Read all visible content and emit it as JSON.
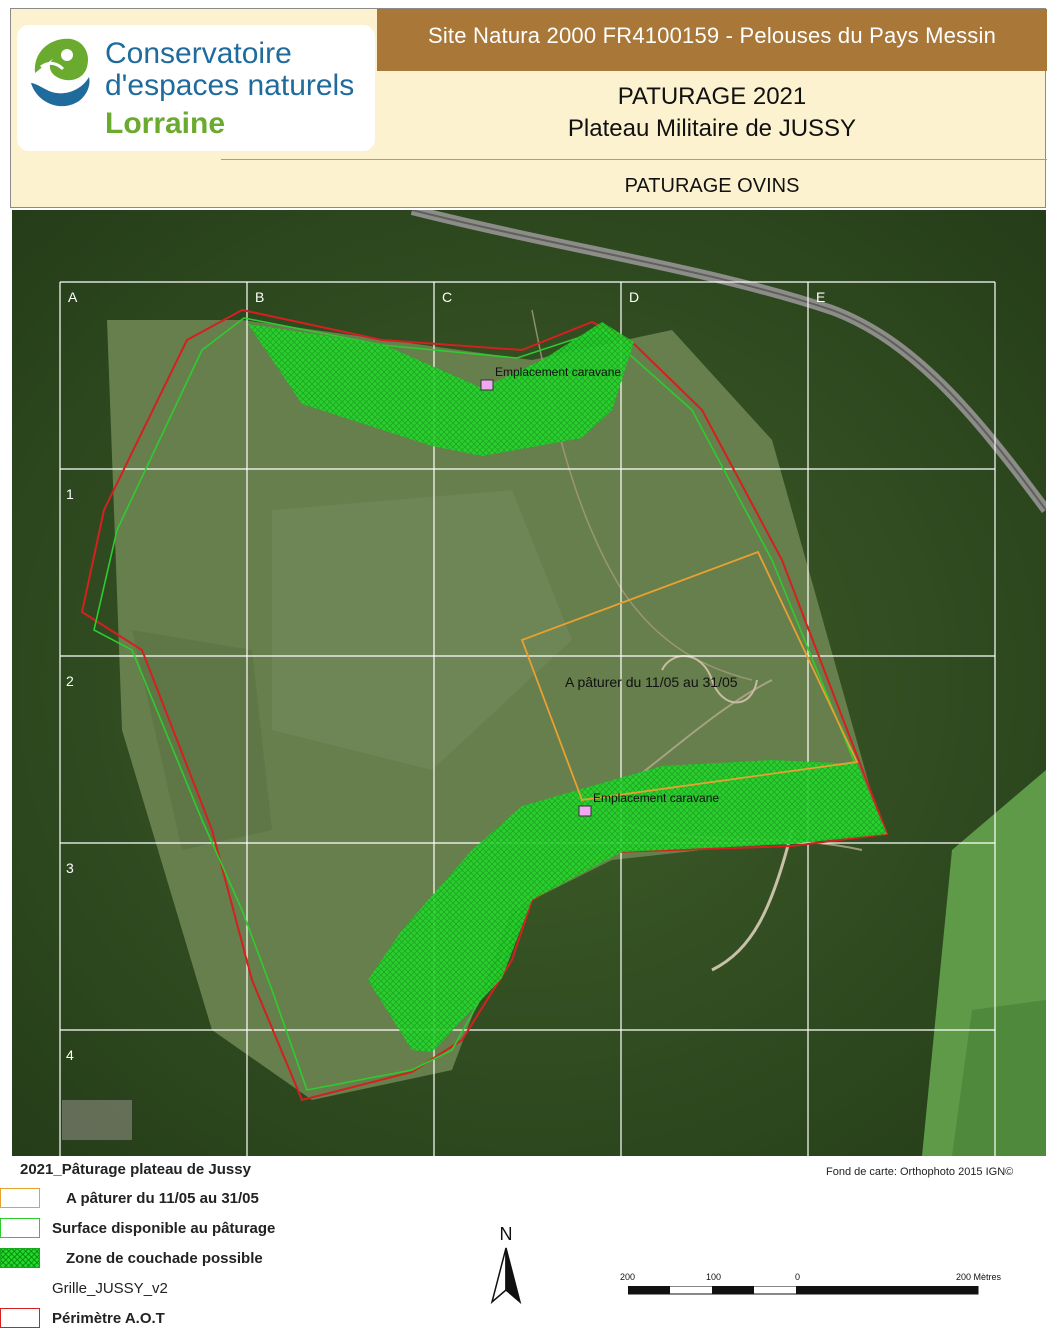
{
  "header": {
    "site_title": "Site Natura 2000 FR4100159 - Pelouses du Pays Messin",
    "logo": {
      "line1": "Conservatoire",
      "line2": "d'espaces naturels",
      "line3": "Lorraine"
    },
    "map_title_line1": "PATURAGE 2021",
    "map_title_line2": "Plateau Militaire de JUSSY",
    "map_subtitle": "PATURAGE OVINS"
  },
  "map": {
    "grid_columns": [
      "A",
      "B",
      "C",
      "D",
      "E"
    ],
    "grid_rows": [
      "1",
      "2",
      "3",
      "4"
    ],
    "labels": {
      "caravane_north": "Emplacement caravane",
      "caravane_south": "Emplacement caravane",
      "paddock": "A pâturer du 11/05 au 31/05"
    },
    "colors": {
      "perimeter": "#d42020",
      "available_surface": "#2ecc2e",
      "grazing_zone": "#e8a030",
      "resting_zone": "#22d82a",
      "grid": "#ffffff",
      "caravan": "#f0a8f0"
    }
  },
  "legend": {
    "title": "2021_Pâturage plateau de Jussy",
    "items": [
      {
        "label": "A pâturer du 11/05 au 31/05"
      },
      {
        "label": "Surface disponible au pâturage"
      },
      {
        "label": "Zone de couchade possible"
      },
      {
        "label": "Grille_JUSSY_v2"
      },
      {
        "label": "Périmètre A.O.T"
      }
    ]
  },
  "credit": "Fond de carte: Orthophoto 2015 IGN©",
  "north_arrow": "N",
  "scale_bar": {
    "labels": [
      "200",
      "100",
      "0",
      "200 Mètres"
    ]
  }
}
